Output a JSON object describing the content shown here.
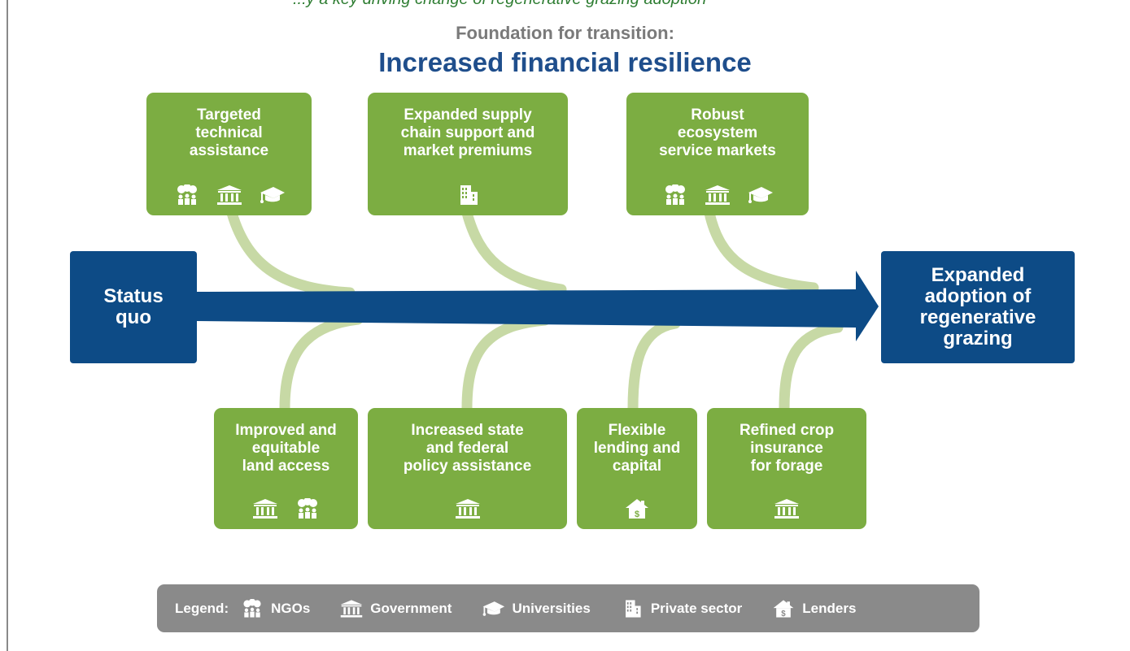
{
  "header": {
    "caption_partial": "...y a key driving change of regenerative grazing adoption",
    "subtitle": "Foundation for transition:",
    "title": "Increased financial resilience"
  },
  "colors": {
    "green_box": "#7cad42",
    "navy": "#0d4b86",
    "connector": "#c7d9a5",
    "legend_bg": "#8a8a8a",
    "title_blue": "#1f4e8c"
  },
  "diagram": {
    "start": "Status\nquo",
    "end": "Expanded\nadoption of\nregenerative\ngrazing",
    "top_boxes": [
      {
        "label": "Targeted\ntechnical\nassistance",
        "icons": [
          "ngos-icon",
          "government-icon",
          "universities-icon"
        ]
      },
      {
        "label": "Expanded supply\nchain support and\nmarket premiums",
        "icons": [
          "private-sector-icon"
        ]
      },
      {
        "label": "Robust\necosystem\nservice markets",
        "icons": [
          "ngos-icon",
          "government-icon",
          "universities-icon"
        ]
      }
    ],
    "bottom_boxes": [
      {
        "label": "Improved and\nequitable\nland access",
        "icons": [
          "government-icon",
          "ngos-icon"
        ]
      },
      {
        "label": "Increased state\nand federal\npolicy assistance",
        "icons": [
          "government-icon"
        ]
      },
      {
        "label": "Flexible\nlending and\ncapital",
        "icons": [
          "lenders-icon"
        ]
      },
      {
        "label": "Refined crop\ninsurance\nfor forage",
        "icons": [
          "government-icon"
        ]
      }
    ]
  },
  "legend": {
    "title": "Legend:",
    "items": [
      {
        "icon": "ngos-icon",
        "label": "NGOs"
      },
      {
        "icon": "government-icon",
        "label": "Government"
      },
      {
        "icon": "universities-icon",
        "label": "Universities"
      },
      {
        "icon": "private-sector-icon",
        "label": "Private sector"
      },
      {
        "icon": "lenders-icon",
        "label": "Lenders"
      }
    ]
  }
}
